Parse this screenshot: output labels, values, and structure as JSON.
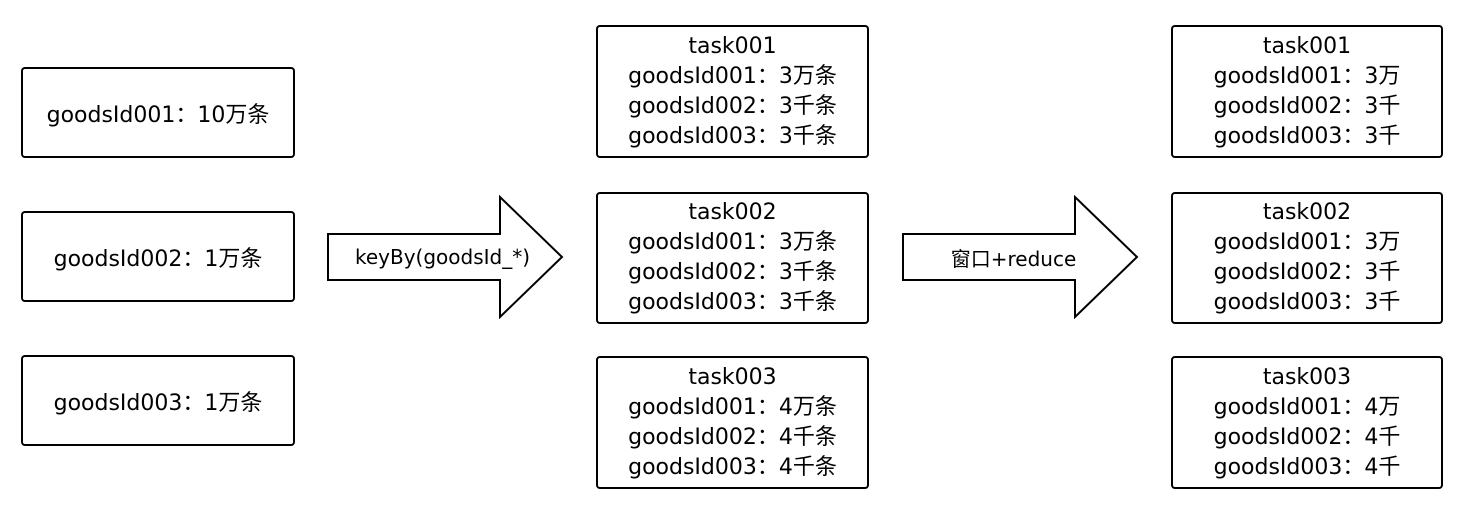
{
  "sources": [
    "goodsId001：10万条",
    "goodsId002：1万条",
    "goodsId003：1万条"
  ],
  "arrows": {
    "first": "keyBy(goodsId_*)",
    "second": "窗口+reduce"
  },
  "middle_tasks": [
    {
      "title": "task001",
      "lines": [
        "goodsId001：3万条",
        "goodsId002：3千条",
        "goodsId003：3千条"
      ]
    },
    {
      "title": "task002",
      "lines": [
        "goodsId001：3万条",
        "goodsId002：3千条",
        "goodsId003：3千条"
      ]
    },
    {
      "title": "task003",
      "lines": [
        "goodsId001：4万条",
        "goodsId002：4千条",
        "goodsId003：4千条"
      ]
    }
  ],
  "right_tasks": [
    {
      "title": "task001",
      "lines": [
        "goodsId001：3万",
        "goodsId002：3千",
        "goodsId003：3千"
      ]
    },
    {
      "title": "task002",
      "lines": [
        "goodsId001：3万",
        "goodsId002：3千",
        "goodsId003：3千"
      ]
    },
    {
      "title": "task003",
      "lines": [
        "goodsId001：4万",
        "goodsId002：4千",
        "goodsId003：4千"
      ]
    }
  ]
}
